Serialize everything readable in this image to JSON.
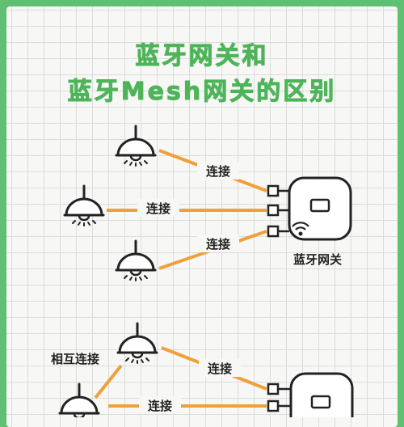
{
  "title": {
    "line1": "蓝牙网关和",
    "line2": "蓝牙Mesh网关的区别"
  },
  "section1": {
    "connection_label": "连接",
    "gateway_label": "蓝牙网关"
  },
  "section2": {
    "mutual_label": "相互连接",
    "connection_label": "连接"
  },
  "colors": {
    "accent_green": "#4eb45a",
    "frame_green": "#5fbf73",
    "connector_orange": "#f0a03a",
    "line_dark": "#222222"
  },
  "icons": [
    "lamp-icon",
    "gateway-router-icon",
    "wifi-icon"
  ]
}
